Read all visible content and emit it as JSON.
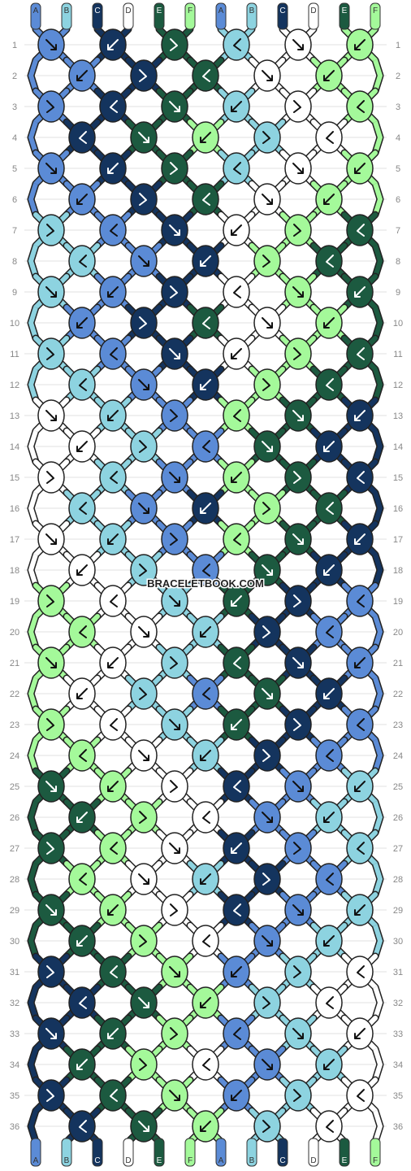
{
  "strands": [
    {
      "letter": "A",
      "color": "#5b8bd6"
    },
    {
      "letter": "B",
      "color": "#8dd3e0"
    },
    {
      "letter": "C",
      "color": "#14345e"
    },
    {
      "letter": "D",
      "color": "#ffffff"
    },
    {
      "letter": "E",
      "color": "#1c5a40"
    },
    {
      "letter": "F",
      "color": "#a4f99a"
    },
    {
      "letter": "A",
      "color": "#5b8bd6"
    },
    {
      "letter": "B",
      "color": "#8dd3e0"
    },
    {
      "letter": "C",
      "color": "#14345e"
    },
    {
      "letter": "D",
      "color": "#ffffff"
    },
    {
      "letter": "E",
      "color": "#1c5a40"
    },
    {
      "letter": "F",
      "color": "#a4f99a"
    }
  ],
  "bottom_letters": [
    "A",
    "B",
    "C",
    "D",
    "E",
    "F",
    "A",
    "B",
    "C",
    "D",
    "E",
    "F"
  ],
  "rows": [
    "1",
    "2",
    "3",
    "4",
    "5",
    "6",
    "7",
    "8",
    "9",
    "10",
    "11",
    "12",
    "13",
    "14",
    "15",
    "16",
    "17",
    "18",
    "19",
    "20",
    "21",
    "22",
    "23",
    "24",
    "25",
    "26",
    "27",
    "28",
    "29",
    "30",
    "31",
    "32",
    "33",
    "34",
    "35",
    "36"
  ],
  "watermark": "BRACELETBOOK.COM",
  "palette": {
    "A": "#5b8bd6",
    "B": "#8dd3e0",
    "C": "#14345e",
    "D": "#ffffff",
    "E": "#1c5a40",
    "F": "#a4f99a"
  },
  "knot_colors": [
    [
      "A",
      "C",
      "E",
      "B",
      "D",
      "F"
    ],
    [
      "A",
      "C",
      "E",
      "D",
      "F"
    ],
    [
      "A",
      "C",
      "E",
      "B",
      "D",
      "F"
    ],
    [
      "C",
      "E",
      "F",
      "B",
      "D"
    ],
    [
      "A",
      "C",
      "E",
      "B",
      "D",
      "F"
    ],
    [
      "A",
      "C",
      "E",
      "D",
      "F"
    ],
    [
      "B",
      "A",
      "C",
      "D",
      "F",
      "E"
    ],
    [
      "B",
      "A",
      "C",
      "F",
      "E"
    ],
    [
      "B",
      "A",
      "C",
      "D",
      "F",
      "E"
    ],
    [
      "A",
      "C",
      "E",
      "D",
      "F"
    ],
    [
      "B",
      "A",
      "C",
      "D",
      "F",
      "E"
    ],
    [
      "B",
      "A",
      "C",
      "F",
      "E"
    ],
    [
      "D",
      "B",
      "A",
      "F",
      "E",
      "C"
    ],
    [
      "D",
      "B",
      "A",
      "E",
      "C"
    ],
    [
      "D",
      "B",
      "A",
      "F",
      "E",
      "C"
    ],
    [
      "B",
      "A",
      "C",
      "F",
      "E"
    ],
    [
      "D",
      "B",
      "A",
      "F",
      "E",
      "C"
    ],
    [
      "D",
      "B",
      "A",
      "E",
      "C"
    ],
    [
      "F",
      "D",
      "B",
      "E",
      "C",
      "A"
    ],
    [
      "F",
      "D",
      "B",
      "C",
      "A"
    ],
    [
      "F",
      "D",
      "B",
      "E",
      "C",
      "A"
    ],
    [
      "D",
      "B",
      "A",
      "E",
      "C"
    ],
    [
      "F",
      "D",
      "B",
      "E",
      "C",
      "A"
    ],
    [
      "F",
      "D",
      "B",
      "C",
      "A"
    ],
    [
      "E",
      "F",
      "D",
      "C",
      "A",
      "B"
    ],
    [
      "E",
      "F",
      "D",
      "A",
      "B"
    ],
    [
      "E",
      "F",
      "D",
      "C",
      "A",
      "B"
    ],
    [
      "F",
      "D",
      "B",
      "C",
      "A"
    ],
    [
      "E",
      "F",
      "D",
      "C",
      "A",
      "B"
    ],
    [
      "E",
      "F",
      "D",
      "A",
      "B"
    ],
    [
      "C",
      "E",
      "F",
      "A",
      "B",
      "D"
    ],
    [
      "C",
      "E",
      "F",
      "B",
      "D"
    ],
    [
      "C",
      "E",
      "F",
      "A",
      "B",
      "D"
    ],
    [
      "E",
      "F",
      "D",
      "A",
      "B"
    ],
    [
      "C",
      "E",
      "F",
      "A",
      "B",
      "D"
    ],
    [
      "C",
      "E",
      "F",
      "B",
      "D"
    ]
  ]
}
